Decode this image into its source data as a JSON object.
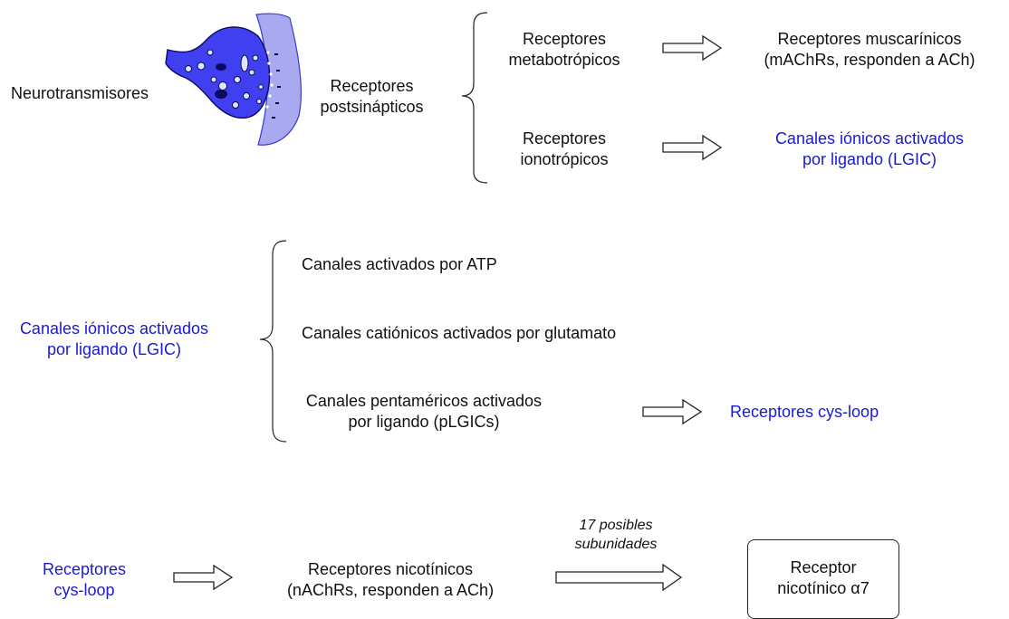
{
  "section1": {
    "neurotransmitters": "Neurotransmisores",
    "postsynaptic": [
      "Receptores",
      "postsinápticos"
    ],
    "metabotropic": [
      "Receptores",
      "metabotrópicos"
    ],
    "muscarinic": [
      "Receptores muscarínicos",
      "(mAChRs, responden a ACh)"
    ],
    "ionotropic": [
      "Receptores",
      "ionotrópicos"
    ],
    "lgic": [
      "Canales iónicos activados",
      "por ligando (LGIC)"
    ]
  },
  "section2": {
    "lgic": [
      "Canales iónicos activados",
      "por ligando (LGIC)"
    ],
    "atp": "Canales activados por ATP",
    "glutamate": "Canales catiónicos activados por glutamato",
    "pentameric": [
      "Canales pentaméricos activados",
      "por ligando (pLGICs)"
    ],
    "cysloop": "Receptores cys-loop"
  },
  "section3": {
    "cysloop": [
      "Receptores",
      "cys-loop"
    ],
    "nicotinic": [
      "Receptores nicotínicos",
      "(nAChRs, responden a ACh)"
    ],
    "subunits": [
      "17 posibles",
      "subunidades"
    ],
    "alpha7": [
      "Receptor",
      "nicotínico α7"
    ]
  },
  "colors": {
    "highlight": "#1a1ad2",
    "cell_fill": "#3d3df0",
    "membrane_fill": "#a9a9f0"
  },
  "icons": {
    "synapse": "synapse-illustration",
    "arrow": "hollow-right-arrow",
    "brace": "curly-brace"
  }
}
